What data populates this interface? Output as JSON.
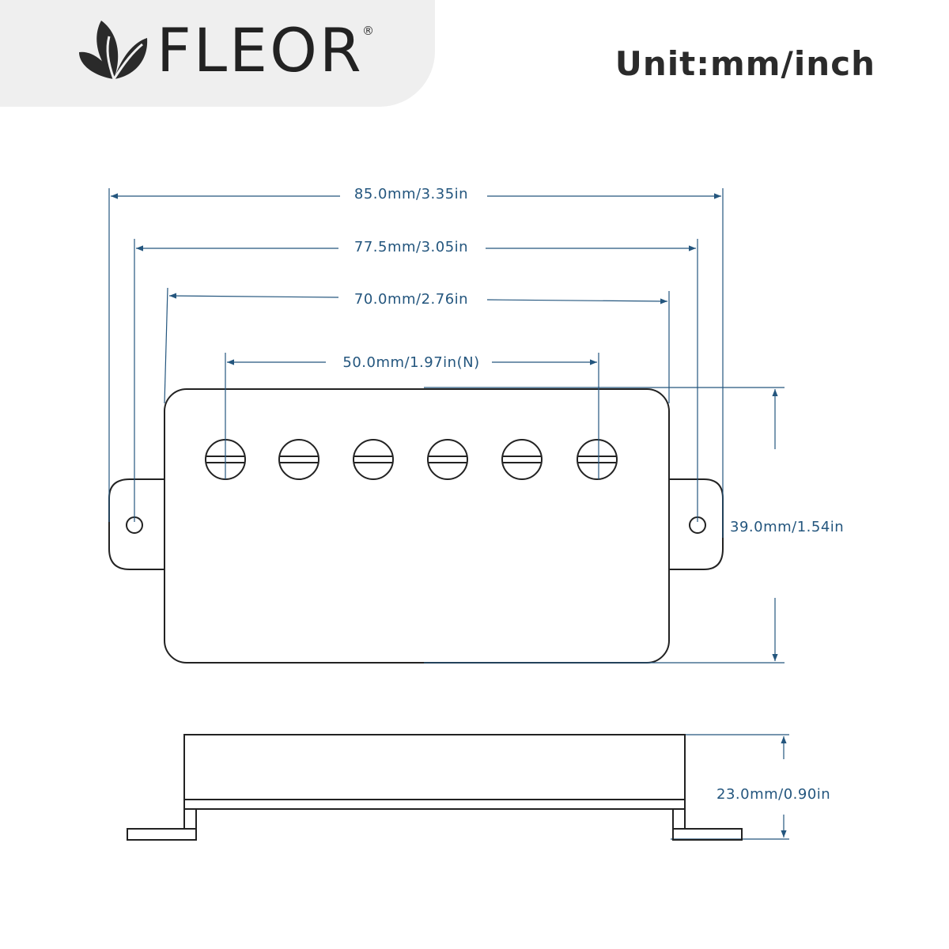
{
  "header": {
    "brand_name": "FLEOR",
    "registered_mark": "®",
    "unit_label": "Unit:mm/inch"
  },
  "dimensions": {
    "overall_length": "85.0mm/3.35in",
    "mounting_hole_spacing": "77.5mm/3.05in",
    "cover_length": "70.0mm/2.76in",
    "pole_spacing": "50.0mm/1.97in(N)",
    "cover_width": "39.0mm/1.54in",
    "height": "23.0mm/0.90in"
  },
  "colors": {
    "outline": "#222222",
    "dimension": "#24567e",
    "header_bg": "#efefef"
  },
  "icons": {
    "logo": "leaf-logo-icon"
  }
}
